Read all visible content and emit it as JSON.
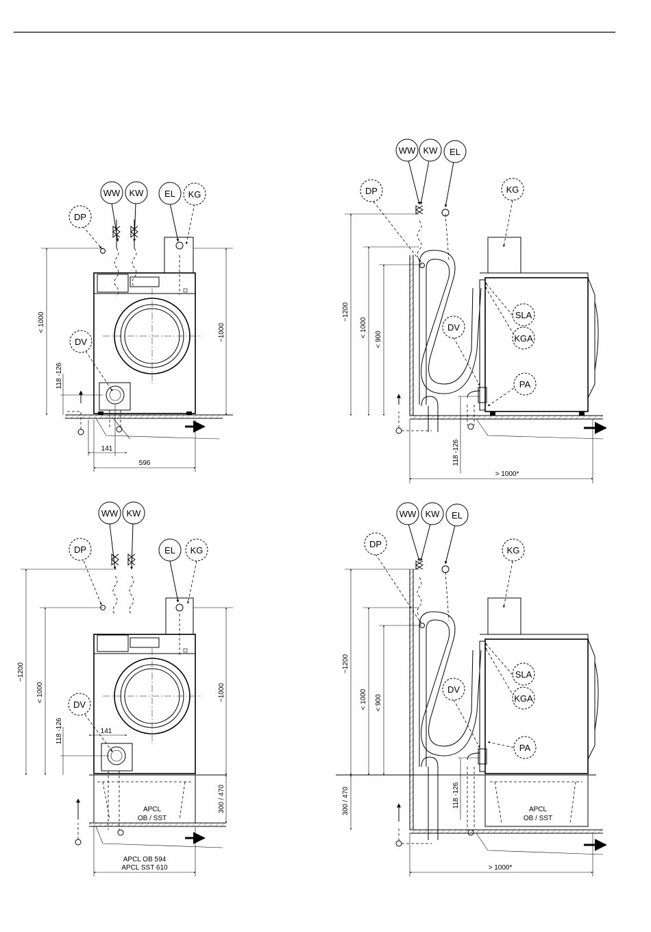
{
  "labels": {
    "ww": "WW",
    "kw": "KW",
    "el": "EL",
    "kg": "KG",
    "dp": "DP",
    "dv": "DV",
    "sla": "SLA",
    "kga": "KGA",
    "pa": "PA"
  },
  "dims": {
    "lt1000": "< 1000",
    "lt900": "< 900",
    "t1000": "~1000",
    "t1200": "~1200",
    "r118_126": "118 -126",
    "d141": "141",
    "d596": "596",
    "gt1000": "> 1000*",
    "r300_470": "300 / 470",
    "r300_470b": "300 /  470",
    "apcl": "APCL",
    "obsst": "OB / SST",
    "apcl_ob": "APCL OB 594",
    "apcl_sst": "APCL SST 610"
  }
}
